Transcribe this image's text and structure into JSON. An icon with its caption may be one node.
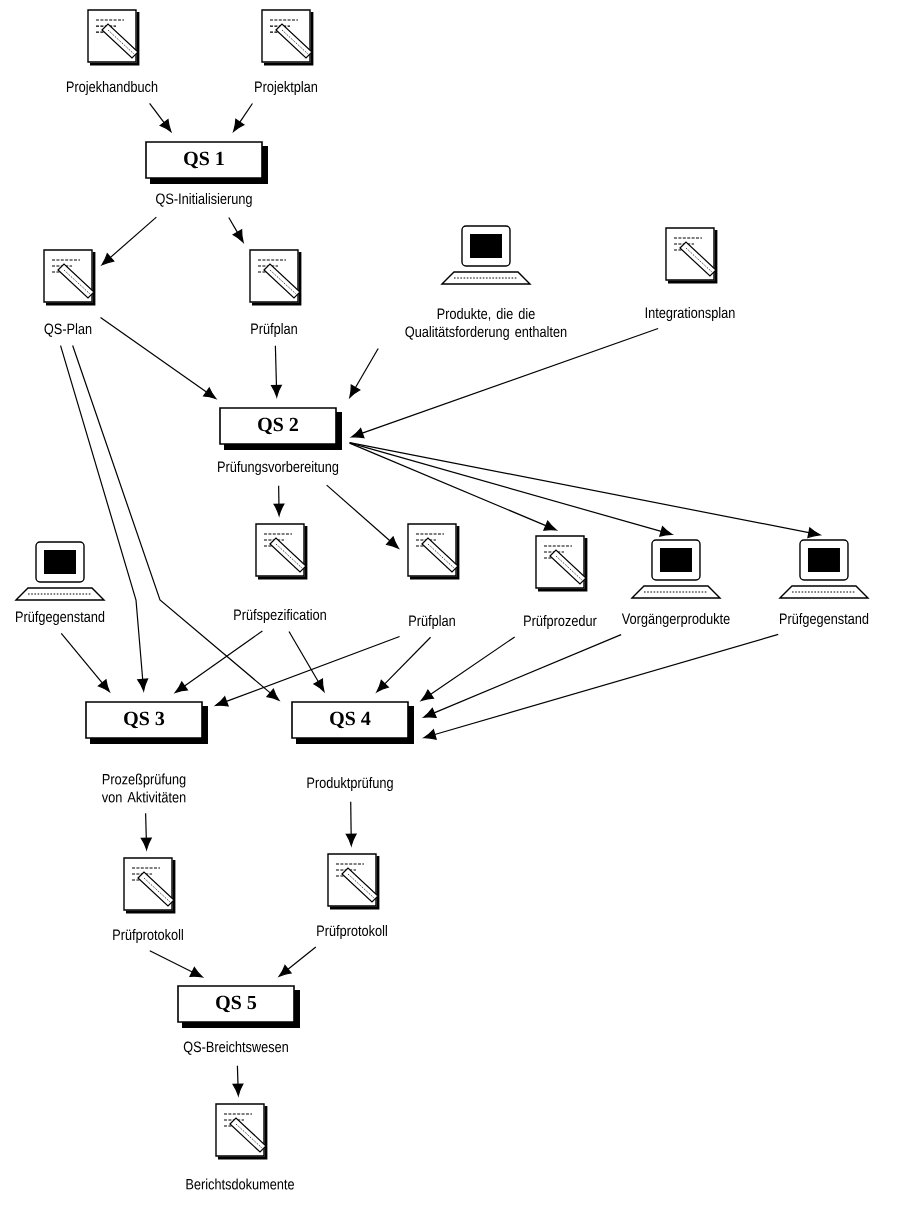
{
  "diagram": {
    "nodes": [
      {
        "text": [
          "Projekhandbuch"
        ]
      },
      {
        "text": [
          "Projektplan"
        ]
      },
      {
        "text": [
          "QS 1",
          "QS-Initialisierung"
        ]
      },
      {
        "text": [
          "QS-Plan"
        ]
      },
      {
        "text": [
          "Prüfplan"
        ]
      },
      {
        "text": [
          "Produkte, die die Qualitätsforderung enthalten"
        ]
      },
      {
        "text": [
          "Integrationsplan"
        ]
      },
      {
        "text": [
          "QS 2",
          "Prüfungsvorbereitung"
        ]
      },
      {
        "text": [
          "Prüfgegenstand"
        ]
      },
      {
        "text": [
          "Prüfspezification"
        ]
      },
      {
        "text": [
          "Prüfplan"
        ]
      },
      {
        "text": [
          "Prüfprozedur"
        ]
      },
      {
        "text": [
          "Vorgängerprodukte"
        ]
      },
      {
        "text": [
          "Prüfgegenstand"
        ]
      },
      {
        "text": [
          "QS 3",
          "Prozeßprüfung von Aktivitäten"
        ]
      },
      {
        "text": [
          "QS 4",
          "Produktprüfung"
        ]
      },
      {
        "text": [
          "Prüfprotokoll"
        ]
      },
      {
        "text": [
          "Prüfprotokoll"
        ]
      },
      {
        "text": [
          "QS 5",
          "QS-Breichtswesen"
        ]
      },
      {
        "text": [
          "Berichtsdokumente"
        ]
      }
    ],
    "edges": [
      {
        "from": 0,
        "to": 2,
        "arrow": "to"
      },
      {
        "from": 1,
        "to": 2,
        "arrow": "to"
      },
      {
        "from": 2,
        "to": 3,
        "arrow": "to"
      },
      {
        "from": 2,
        "to": 4,
        "arrow": "to"
      },
      {
        "from": 3,
        "to": 7,
        "arrow": "to"
      },
      {
        "from": 4,
        "to": 7,
        "arrow": "to"
      },
      {
        "from": 5,
        "to": 7,
        "arrow": "to"
      },
      {
        "from": 6,
        "to": 7,
        "arrow": "to"
      },
      {
        "from": 7,
        "to": 9,
        "arrow": "to"
      },
      {
        "from": 7,
        "to": 10,
        "arrow": "to"
      },
      {
        "from": 7,
        "to": 11,
        "arrow": "to"
      },
      {
        "from": 7,
        "to": 12,
        "arrow": "to"
      },
      {
        "from": 7,
        "to": 13,
        "arrow": "to"
      },
      {
        "from": 3,
        "to": 14,
        "arrow": "to"
      },
      {
        "from": 3,
        "to": 15,
        "arrow": "to"
      },
      {
        "from": 8,
        "to": 14,
        "arrow": "to"
      },
      {
        "from": 9,
        "to": 14,
        "arrow": "to"
      },
      {
        "from": 9,
        "to": 15,
        "arrow": "to"
      },
      {
        "from": 10,
        "to": 14,
        "arrow": "to"
      },
      {
        "from": 10,
        "to": 15,
        "arrow": "to"
      },
      {
        "from": 11,
        "to": 15,
        "arrow": "to"
      },
      {
        "from": 12,
        "to": 15,
        "arrow": "to"
      },
      {
        "from": 13,
        "to": 15,
        "arrow": "to"
      },
      {
        "from": 14,
        "to": 16,
        "arrow": "to"
      },
      {
        "from": 15,
        "to": 17,
        "arrow": "to"
      },
      {
        "from": 16,
        "to": 18,
        "arrow": "to"
      },
      {
        "from": 17,
        "to": 18,
        "arrow": "to"
      },
      {
        "from": 18,
        "to": 19,
        "arrow": "to"
      }
    ]
  }
}
